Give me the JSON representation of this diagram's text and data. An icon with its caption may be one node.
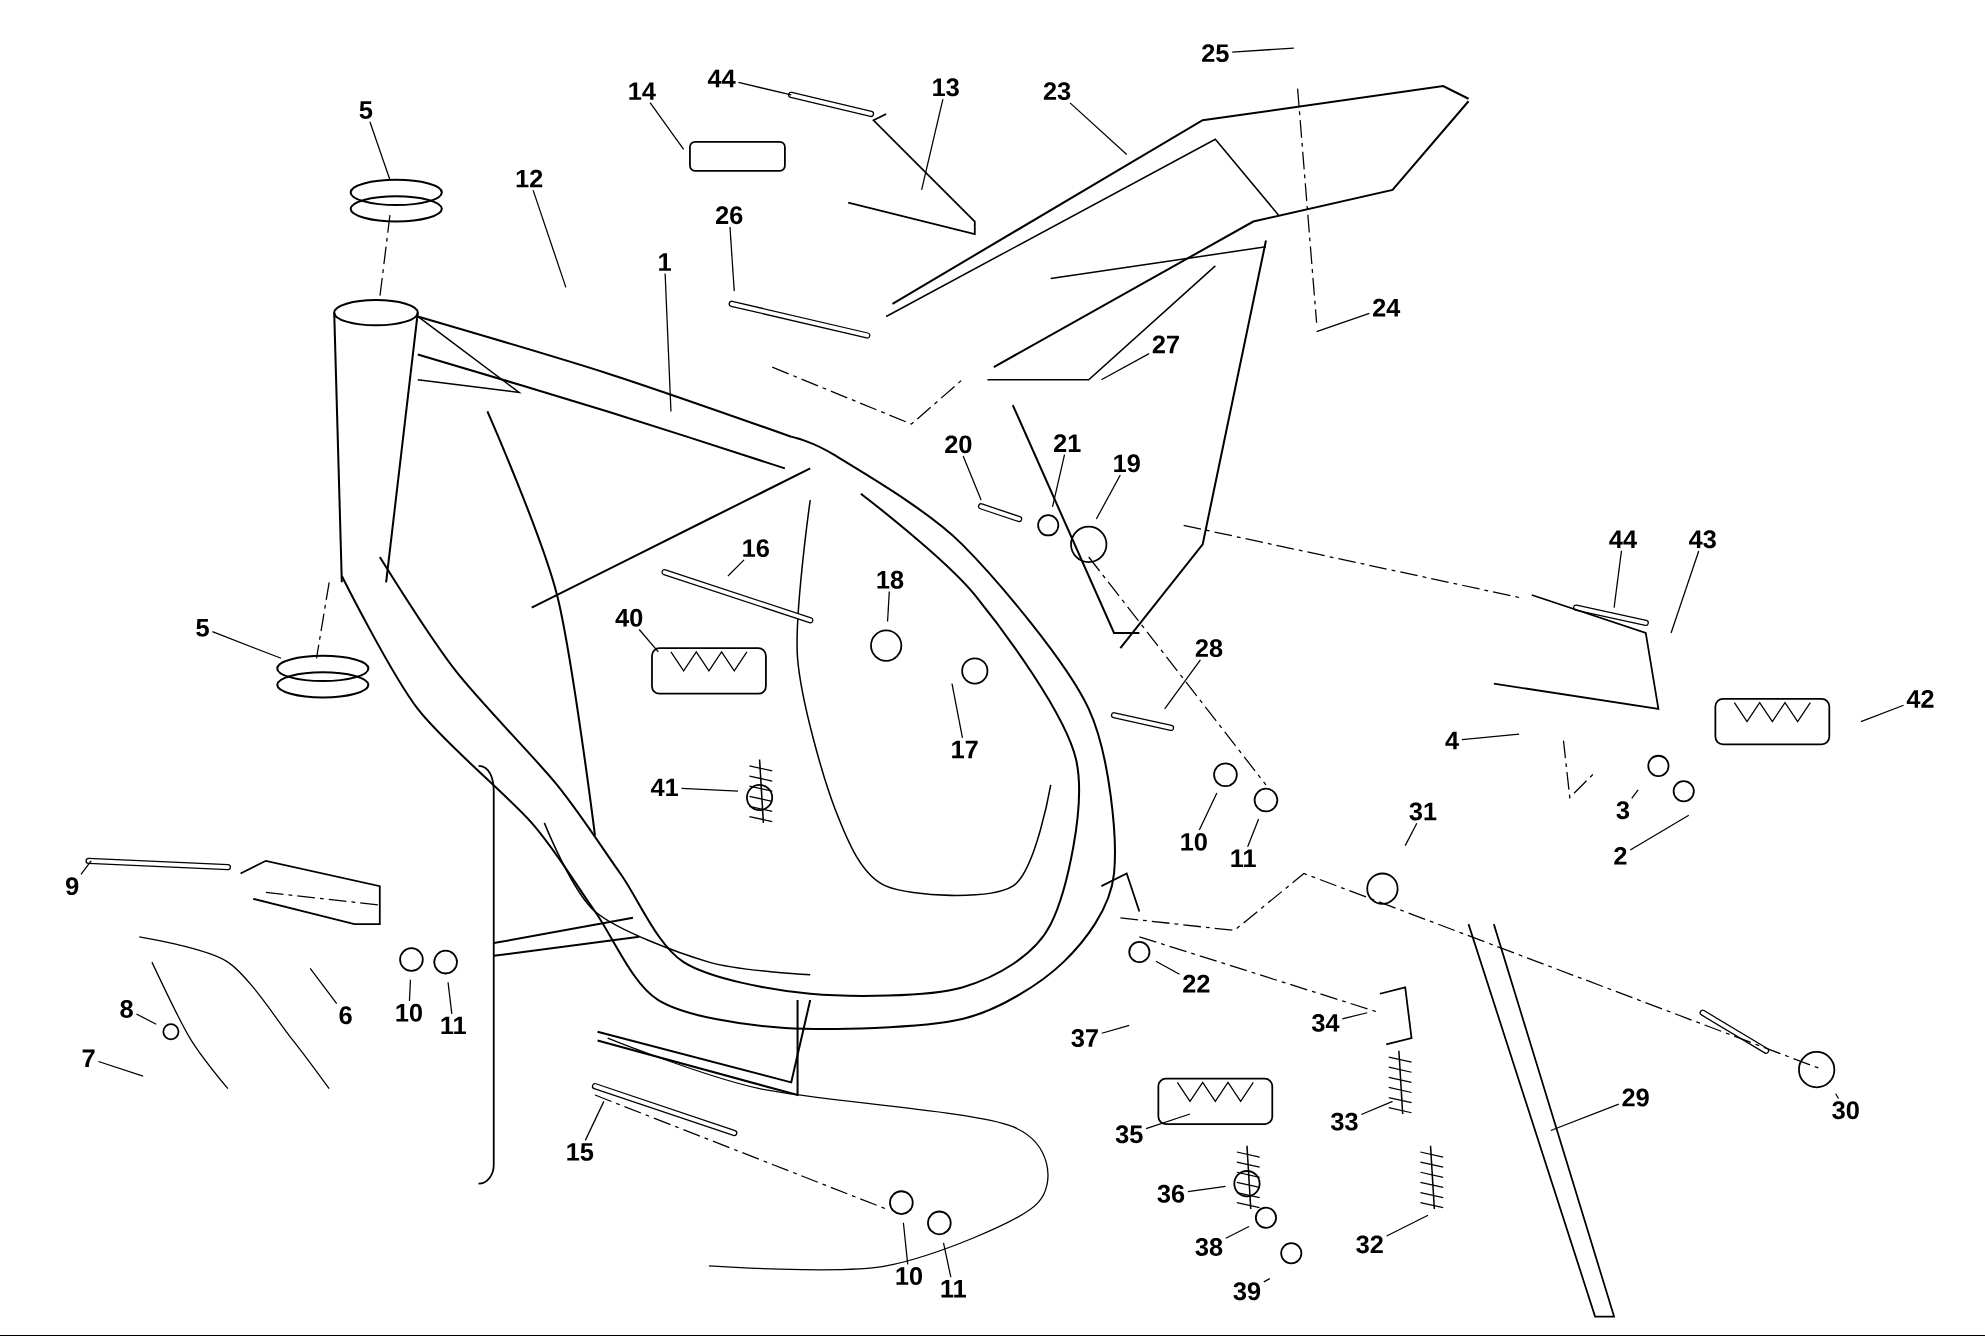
{
  "diagram": {
    "nodes": [
      {
        "text": [
          "1"
        ]
      },
      {
        "text": [
          "5"
        ]
      },
      {
        "text": [
          "5"
        ]
      },
      {
        "text": [
          "12"
        ]
      },
      {
        "text": [
          "14"
        ]
      },
      {
        "text": [
          "44"
        ]
      },
      {
        "text": [
          "13"
        ]
      },
      {
        "text": [
          "26"
        ]
      },
      {
        "text": [
          "23"
        ]
      },
      {
        "text": [
          "25"
        ]
      },
      {
        "text": [
          "24"
        ]
      },
      {
        "text": [
          "27"
        ]
      },
      {
        "text": [
          "19"
        ]
      },
      {
        "text": [
          "21"
        ]
      },
      {
        "text": [
          "20"
        ]
      },
      {
        "text": [
          "16"
        ]
      },
      {
        "text": [
          "18"
        ]
      },
      {
        "text": [
          "40"
        ]
      },
      {
        "text": [
          "17"
        ]
      },
      {
        "text": [
          "28"
        ]
      },
      {
        "text": [
          "41"
        ]
      },
      {
        "text": [
          "10"
        ]
      },
      {
        "text": [
          "11"
        ]
      },
      {
        "text": [
          "9"
        ]
      },
      {
        "text": [
          "6"
        ]
      },
      {
        "text": [
          "10"
        ]
      },
      {
        "text": [
          "11"
        ]
      },
      {
        "text": [
          "8"
        ]
      },
      {
        "text": [
          "7"
        ]
      },
      {
        "text": [
          "15"
        ]
      },
      {
        "text": [
          "10"
        ]
      },
      {
        "text": [
          "11"
        ]
      },
      {
        "text": [
          "22"
        ]
      },
      {
        "text": [
          "31"
        ]
      },
      {
        "text": [
          "34"
        ]
      },
      {
        "text": [
          "37"
        ]
      },
      {
        "text": [
          "35"
        ]
      },
      {
        "text": [
          "36"
        ]
      },
      {
        "text": [
          "38"
        ]
      },
      {
        "text": [
          "39"
        ]
      },
      {
        "text": [
          "33"
        ]
      },
      {
        "text": [
          "32"
        ]
      },
      {
        "text": [
          "29"
        ]
      },
      {
        "text": [
          "30"
        ]
      },
      {
        "text": [
          "44"
        ]
      },
      {
        "text": [
          "43"
        ]
      },
      {
        "text": [
          "42"
        ]
      },
      {
        "text": [
          "4"
        ]
      },
      {
        "text": [
          "3"
        ]
      },
      {
        "text": [
          "2"
        ]
      }
    ],
    "edges": [
      {
        "from": 0,
        "to": null,
        "arrow": "none"
      },
      {
        "from": 1,
        "to": null,
        "arrow": "none"
      },
      {
        "from": 2,
        "to": null,
        "arrow": "none"
      },
      {
        "from": 3,
        "to": null,
        "arrow": "none"
      },
      {
        "from": 4,
        "to": null,
        "arrow": "none"
      },
      {
        "from": 5,
        "to": null,
        "arrow": "none"
      },
      {
        "from": 6,
        "to": null,
        "arrow": "none"
      },
      {
        "from": 7,
        "to": null,
        "arrow": "none"
      },
      {
        "from": 8,
        "to": null,
        "arrow": "none"
      },
      {
        "from": 9,
        "to": null,
        "arrow": "none"
      },
      {
        "from": 10,
        "to": null,
        "arrow": "none"
      },
      {
        "from": 11,
        "to": null,
        "arrow": "none"
      },
      {
        "from": 12,
        "to": null,
        "arrow": "none"
      },
      {
        "from": 13,
        "to": null,
        "arrow": "none"
      },
      {
        "from": 14,
        "to": null,
        "arrow": "none"
      },
      {
        "from": 15,
        "to": null,
        "arrow": "none"
      },
      {
        "from": 16,
        "to": null,
        "arrow": "none"
      },
      {
        "from": 17,
        "to": null,
        "arrow": "none"
      },
      {
        "from": 18,
        "to": null,
        "arrow": "none"
      },
      {
        "from": 19,
        "to": null,
        "arrow": "none"
      },
      {
        "from": 20,
        "to": null,
        "arrow": "none"
      },
      {
        "from": 21,
        "to": null,
        "arrow": "none"
      },
      {
        "from": 22,
        "to": null,
        "arrow": "none"
      },
      {
        "from": 23,
        "to": null,
        "arrow": "none"
      },
      {
        "from": 24,
        "to": null,
        "arrow": "none"
      },
      {
        "from": 25,
        "to": null,
        "arrow": "none"
      },
      {
        "from": 26,
        "to": null,
        "arrow": "none"
      },
      {
        "from": 27,
        "to": null,
        "arrow": "none"
      },
      {
        "from": 28,
        "to": null,
        "arrow": "none"
      },
      {
        "from": 29,
        "to": null,
        "arrow": "none"
      },
      {
        "from": 30,
        "to": null,
        "arrow": "none"
      },
      {
        "from": 31,
        "to": null,
        "arrow": "none"
      },
      {
        "from": 32,
        "to": null,
        "arrow": "none"
      },
      {
        "from": 33,
        "to": null,
        "arrow": "none"
      },
      {
        "from": 34,
        "to": null,
        "arrow": "none"
      },
      {
        "from": 35,
        "to": null,
        "arrow": "none"
      },
      {
        "from": 36,
        "to": null,
        "arrow": "none"
      },
      {
        "from": 37,
        "to": null,
        "arrow": "none"
      },
      {
        "from": 38,
        "to": null,
        "arrow": "none"
      },
      {
        "from": 39,
        "to": null,
        "arrow": "none"
      },
      {
        "from": 40,
        "to": null,
        "arrow": "none"
      },
      {
        "from": 41,
        "to": null,
        "arrow": "none"
      },
      {
        "from": 42,
        "to": null,
        "arrow": "none"
      },
      {
        "from": 43,
        "to": null,
        "arrow": "none"
      },
      {
        "from": 44,
        "to": null,
        "arrow": "none"
      },
      {
        "from": 45,
        "to": null,
        "arrow": "none"
      },
      {
        "from": 46,
        "to": null,
        "arrow": "none"
      },
      {
        "from": 47,
        "to": null,
        "arrow": "none"
      },
      {
        "from": 48,
        "to": null,
        "arrow": "none"
      },
      {
        "from": 49,
        "to": null,
        "arrow": "none"
      }
    ]
  }
}
